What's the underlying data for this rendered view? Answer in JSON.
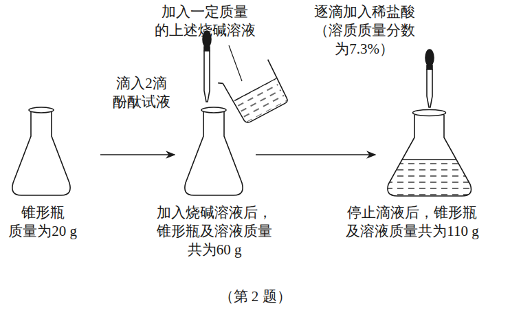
{
  "diagram": {
    "caption": "（第 2 题）",
    "labels": [
      "加入一定质量 的上述烧碱溶液",
      "逐滴加入稀盐酸 （溶质质量分数 为7.3%）",
      "滴入2滴 酚酞试液",
      "锥形瓶 质量为20 g",
      "加入烧碱溶液后， 锥形瓶及溶液质量 共为60 g",
      "停止滴液后，锥形瓶 及溶液质量共为110 g"
    ]
  }
}
